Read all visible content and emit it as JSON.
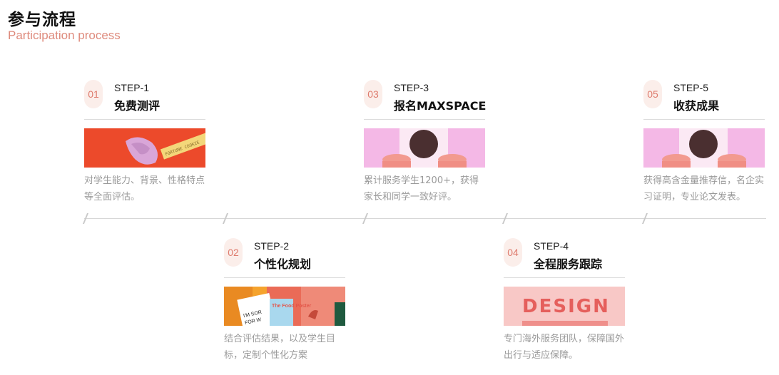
{
  "header": {
    "title_cn": "参与流程",
    "title_en": "Participation process"
  },
  "steps": [
    {
      "num": "01",
      "label": "STEP-1",
      "name": "免费测评",
      "desc": "对学生能力、背景、性格特点等全面评估。"
    },
    {
      "num": "02",
      "label": "STEP-2",
      "name": "个性化规划",
      "desc": "结合评估结果，以及学生目标，定制个性化方案"
    },
    {
      "num": "03",
      "label": "STEP-3",
      "name": "报名MAXSPACE",
      "desc": "累计服务学生1200+，获得家长和同学一致好评。"
    },
    {
      "num": "04",
      "label": "STEP-4",
      "name": "全程服务跟踪",
      "desc": "专门海外服务团队，保障国外出行与适应保障。"
    },
    {
      "num": "05",
      "label": "STEP-5",
      "name": "收获成果",
      "desc": "获得高含金量推荐信，名企实习证明，专业论文发表。"
    }
  ],
  "images": {
    "img1_tag": "FORTUNE COOKIE",
    "img2_text1": "I'M SOR",
    "img2_text2": "FOR W",
    "img2_poster": "The Food Poster",
    "img4_text": "DESIGN"
  },
  "colors": {
    "accent": "#de7b6d",
    "badge_bg": "#fbeeea",
    "line": "#d7d7d7"
  }
}
